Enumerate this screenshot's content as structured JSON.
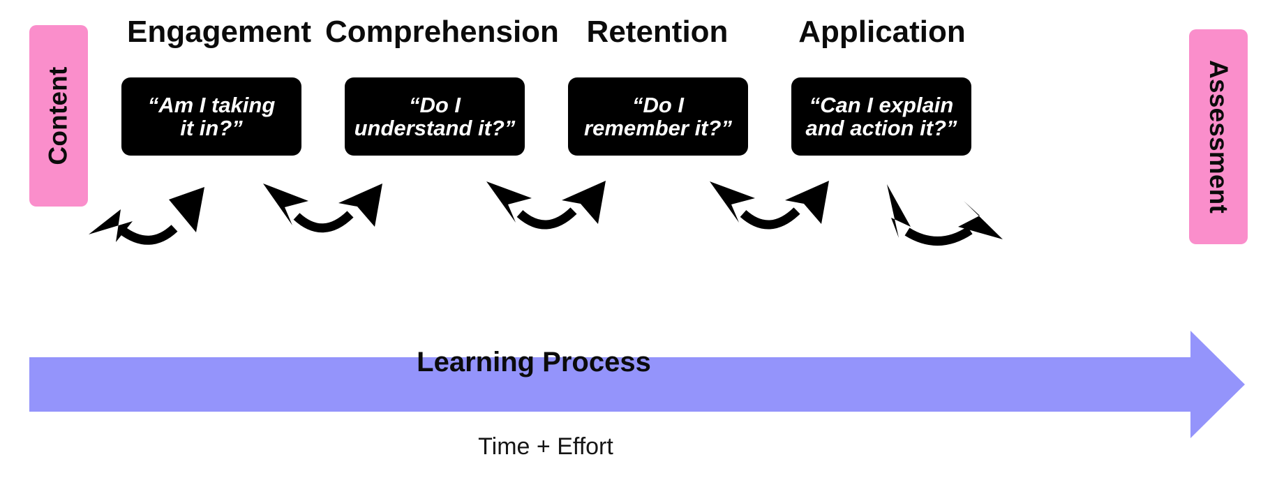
{
  "diagram": {
    "title_flow": "Learning Process",
    "axis_caption": "Time + Effort",
    "colors": {
      "pink": "#FA8ECB",
      "periwinkle": "#9494FB",
      "card": "#000000",
      "card_text": "#FFFFFF",
      "ink": "#0B0B0B",
      "background": "#FFFFFF"
    },
    "left_rail": {
      "label": "Content"
    },
    "right_rail": {
      "label": "Assessment"
    },
    "stages": [
      {
        "id": "engagement",
        "title": "Engagement",
        "question": "“Am I taking\nit in?”"
      },
      {
        "id": "comprehension",
        "title": "Comprehension",
        "question": "“Do I\nunderstand it?”"
      },
      {
        "id": "retention",
        "title": "Retention",
        "question": "“Do I\nremember it?”"
      },
      {
        "id": "application",
        "title": "Application",
        "question": "“Can I explain\nand action it?”"
      }
    ],
    "feedback_arrows": [
      {
        "id": "content-to-engagement",
        "from": "Content",
        "to": "Engagement",
        "style": "double-headed-curve"
      },
      {
        "id": "engagement-to-comprehension",
        "from": "Engagement",
        "to": "Comprehension",
        "style": "double-headed-curve"
      },
      {
        "id": "comprehension-to-retention",
        "from": "Comprehension",
        "to": "Retention",
        "style": "double-headed-curve"
      },
      {
        "id": "retention-to-application",
        "from": "Retention",
        "to": "Application",
        "style": "double-headed-curve"
      },
      {
        "id": "application-to-assessment",
        "from": "Application",
        "to": "Assessment",
        "style": "double-headed-curve"
      }
    ]
  }
}
